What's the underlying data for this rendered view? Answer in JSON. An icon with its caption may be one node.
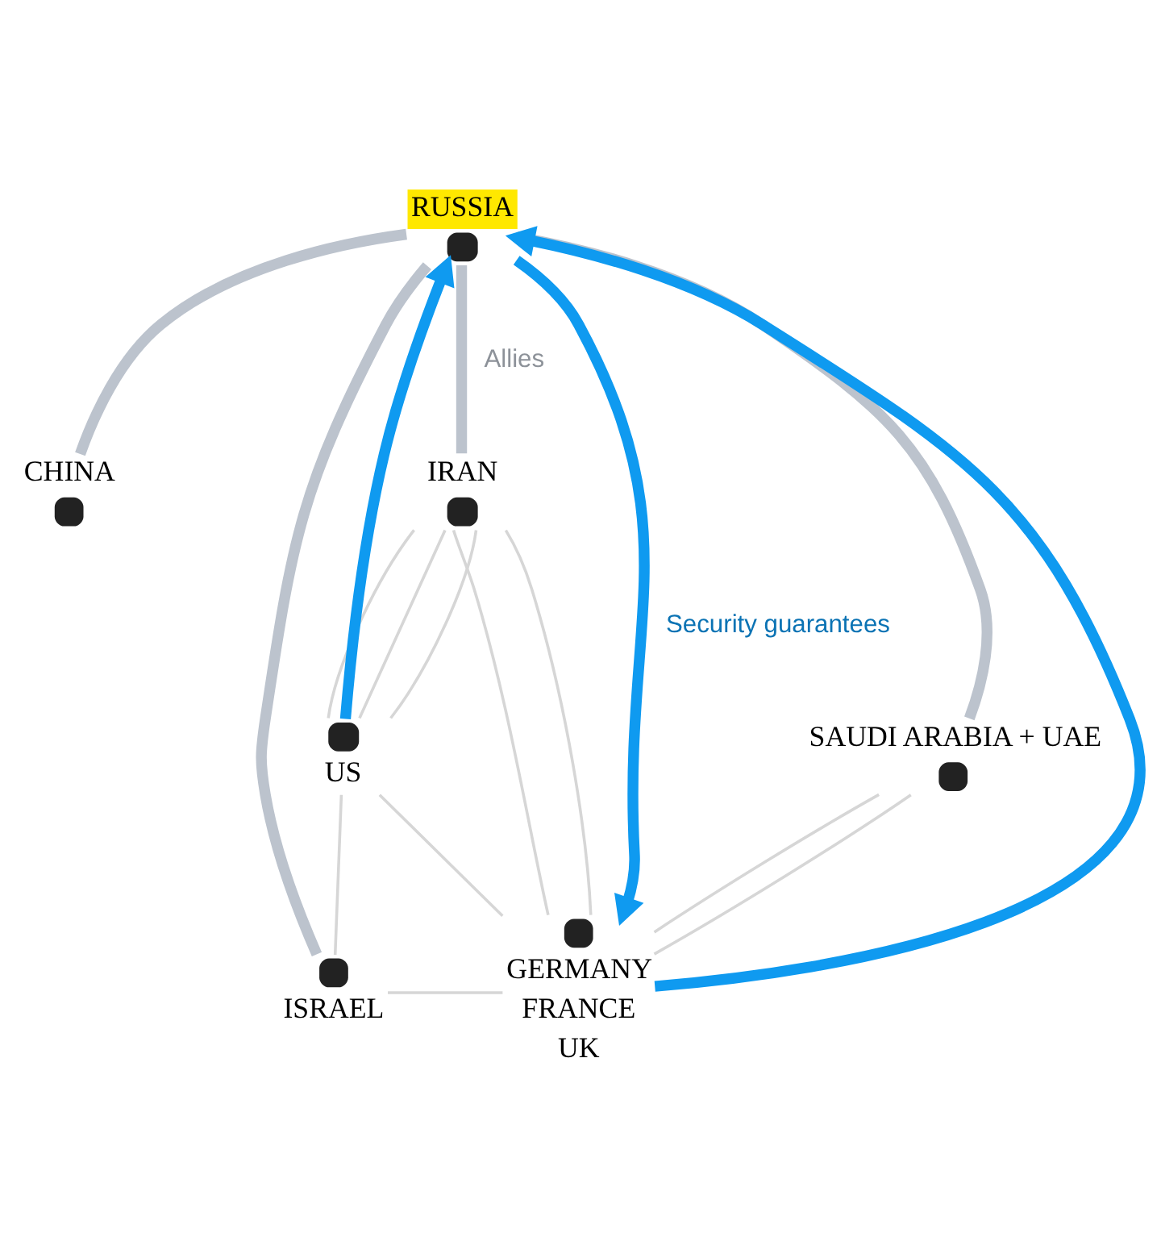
{
  "diagram": {
    "nodes": [
      {
        "text": [
          "RUSSIA"
        ]
      },
      {
        "text": [
          "IRAN"
        ]
      },
      {
        "text": [
          "CHINA"
        ]
      },
      {
        "text": [
          "SAUDI ARABIA + UAE"
        ]
      },
      {
        "text": [
          "US"
        ]
      },
      {
        "text": [
          "ISRAEL"
        ]
      },
      {
        "text": [
          "GERMANY",
          "FRANCE",
          "UK"
        ]
      }
    ],
    "edges": [
      {
        "from": 1,
        "to": 0,
        "arrow": "none",
        "label": "Allies",
        "style": "thick",
        "color": "#bcc3cd"
      },
      {
        "from": 0,
        "to": 2,
        "arrow": "none",
        "style": "thick",
        "color": "#bcc3cd"
      },
      {
        "from": 0,
        "to": 3,
        "arrow": "none",
        "style": "thick",
        "color": "#bcc3cd"
      },
      {
        "from": 5,
        "to": 0,
        "arrow": "none",
        "style": "thick",
        "color": "#bcc3cd"
      },
      {
        "from": 4,
        "to": 0,
        "arrow": "to",
        "style": "thick",
        "color": "#0f9af0"
      },
      {
        "from": 6,
        "to": 0,
        "arrow": "to",
        "style": "thick",
        "color": "#0f9af0"
      },
      {
        "from": 0,
        "to": 6,
        "arrow": "to",
        "label": "Security guarantees",
        "style": "thick",
        "color": "#0f9af0"
      },
      {
        "from": 1,
        "to": 4,
        "arrow": "none"
      },
      {
        "from": 1,
        "to": 4,
        "arrow": "none"
      },
      {
        "from": 1,
        "to": 4,
        "arrow": "none"
      },
      {
        "from": 1,
        "to": 6,
        "arrow": "none"
      },
      {
        "from": 1,
        "to": 6,
        "arrow": "none"
      },
      {
        "from": 4,
        "to": 6,
        "arrow": "none"
      },
      {
        "from": 4,
        "to": 5,
        "arrow": "none"
      },
      {
        "from": 5,
        "to": 6,
        "arrow": "none"
      },
      {
        "from": 3,
        "to": 6,
        "arrow": "none"
      },
      {
        "from": 3,
        "to": 6,
        "arrow": "none"
      }
    ]
  }
}
